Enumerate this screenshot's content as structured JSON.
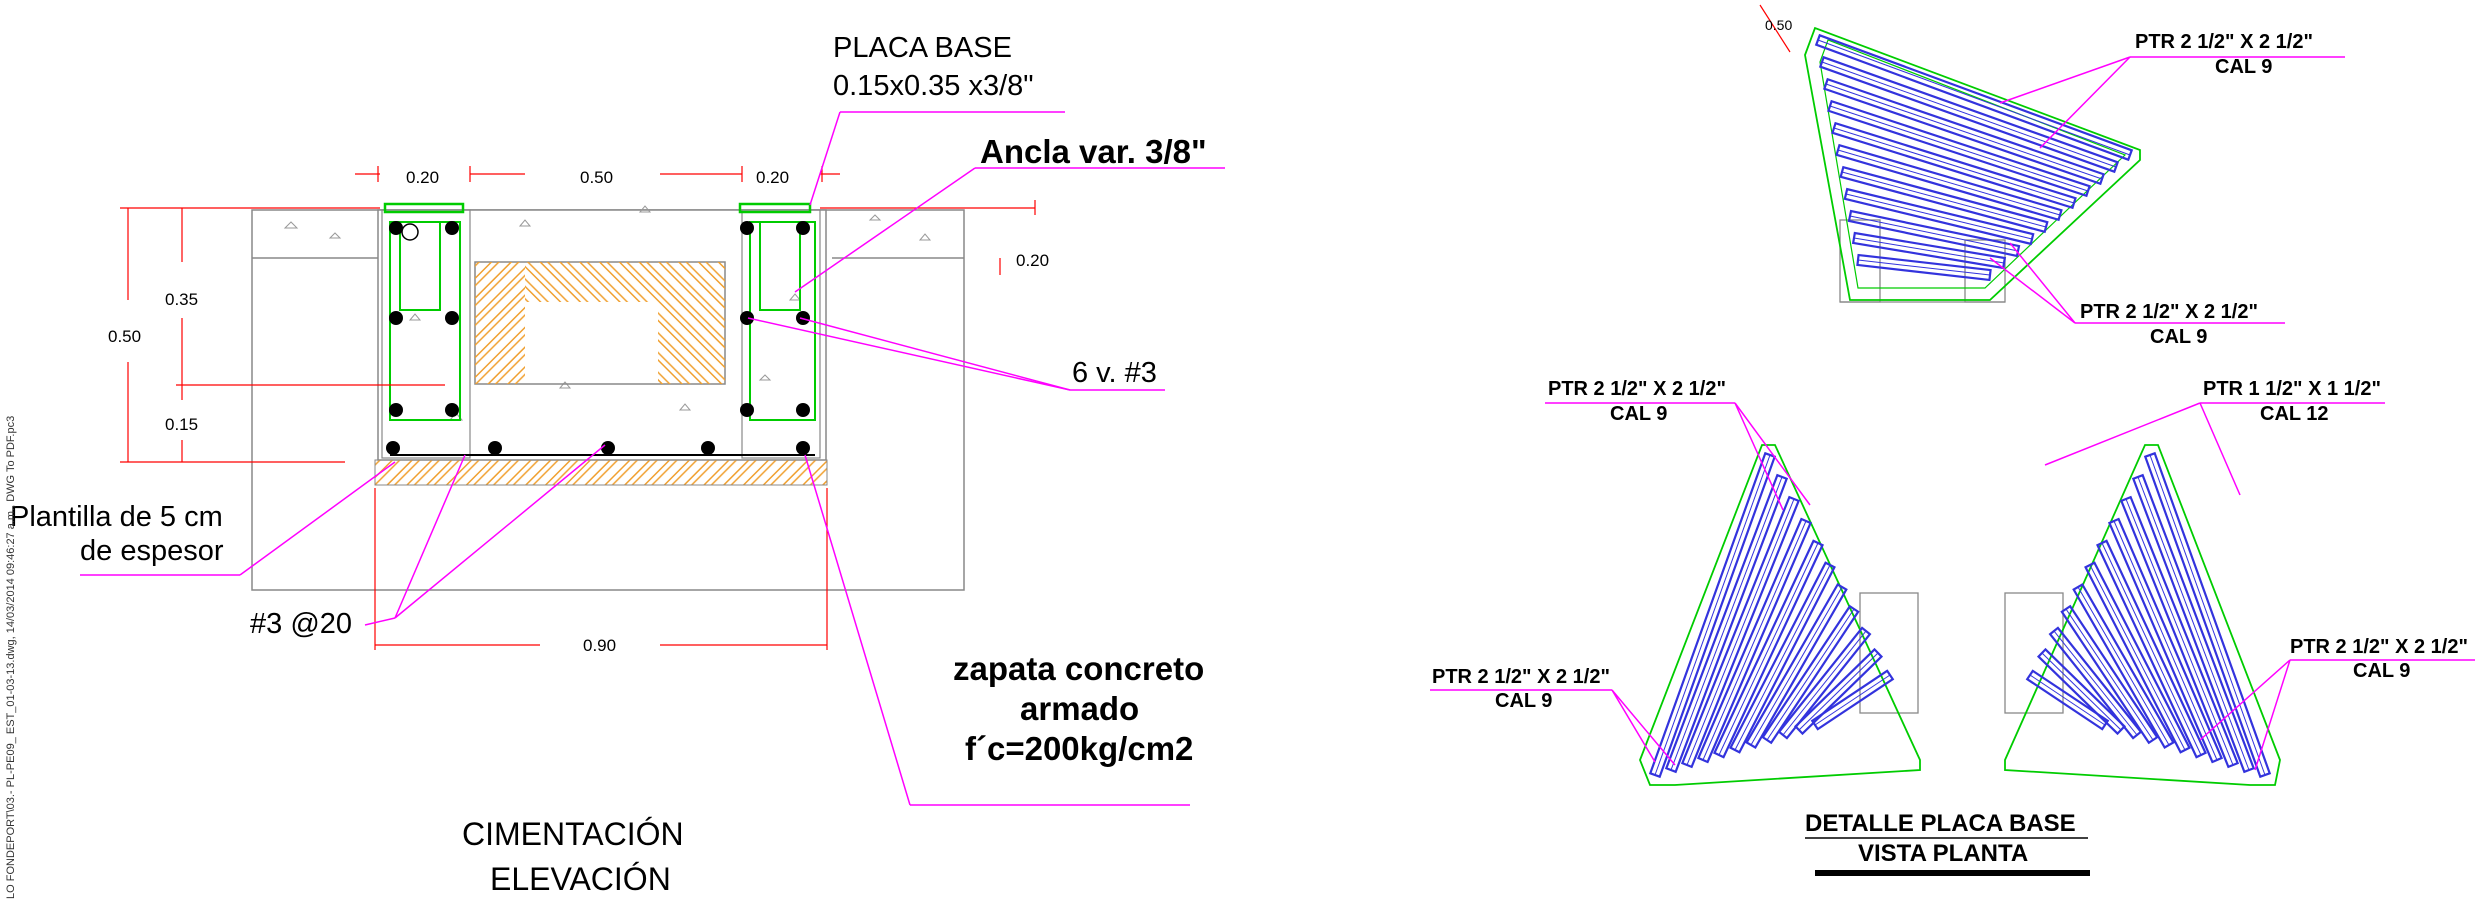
{
  "colors": {
    "dimension": "#ff0000",
    "leader": "#ff00ff",
    "plate": "#00cc00",
    "tube": "#3333dd",
    "hatch": "#f0a030",
    "outline": "#888888",
    "rebar": "#000000"
  },
  "elevation": {
    "plate_label_1": "PLACA BASE",
    "plate_label_2": "0.15x0.35 x3/8\"",
    "anchor_label": "Ancla var. 3/8\"",
    "dim_top_left": "0.20",
    "dim_top_mid": "0.50",
    "dim_top_right": "0.20",
    "dim_right": "0.20",
    "dim_035": "0.35",
    "dim_050": "0.50",
    "dim_015": "0.15",
    "bars_label": "6 v. #3",
    "plantilla_1": "Plantilla de 5 cm",
    "plantilla_2": "de espesor",
    "rebar_label": "#3 @20",
    "dim_bottom": "0.90",
    "zapata_1": "zapata concreto",
    "zapata_2": "armado",
    "zapata_3": "f´c=200kg/cm2",
    "title_1": "CIMENTACIÓN",
    "title_2": "ELEVACIÓN",
    "file_stamp": "LO FONDEPORT\\03.- PL-PE09_ EST_01-03-13.dwg, 14/03/2014 09:46:27 a.m., DWG To PDF.pc3"
  },
  "plan": {
    "dim_small": "0.50",
    "top_ptr_1a": "PTR  2 1/2\" X 2 1/2\"",
    "top_ptr_1b": "CAL 9",
    "top_ptr_2a": "PTR  2 1/2\" X 2 1/2\"",
    "top_ptr_2b": "CAL 9",
    "left_ptr_top_a": "PTR  2 1/2\" X 2 1/2\"",
    "left_ptr_top_b": "CAL 9",
    "right_ptr_top_a": "PTR  1 1/2\" X 1 1/2\"",
    "right_ptr_top_b": "CAL 12",
    "left_ptr_bot_a": "PTR  2 1/2\" X 2 1/2\"",
    "left_ptr_bot_b": "CAL 9",
    "right_ptr_bot_a": "PTR  2 1/2\" X 2 1/2\"",
    "right_ptr_bot_b": "CAL 9",
    "title_1": "DETALLE PLACA BASE",
    "title_2": "VISTA PLANTA"
  }
}
